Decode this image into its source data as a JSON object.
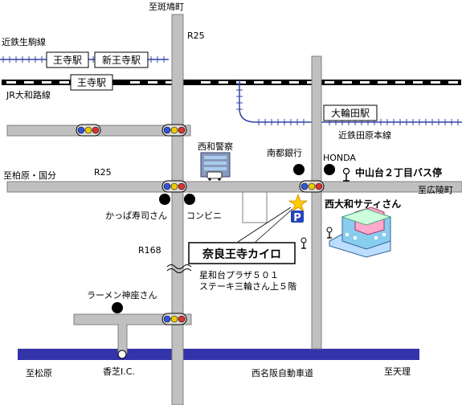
{
  "directions": {
    "north": "至斑鳩町",
    "west_r25": "至柏原・国分",
    "east": "至広陵町",
    "west_bottom": "至松原",
    "east_bottom": "至天理"
  },
  "roads": {
    "r25_top": "R25",
    "r25_mid": "R25",
    "r168": "R168",
    "expressway": "西名阪自動車道",
    "interchange": "香芝I.C."
  },
  "railways": {
    "kintetsu_ikoma": "近鉄生駒線",
    "jr_yamatoji": "JR大和路線",
    "kintetsu_tawaramoto": "近鉄田原本線"
  },
  "stations": {
    "oji_kintetsu": "王寺駅",
    "shin_oji": "新王寺駅",
    "oji_jr": "王寺駅",
    "owada": "大輪田駅"
  },
  "landmarks": {
    "police": "西和警察",
    "bank": "南都銀行",
    "honda": "HONDA",
    "bus_stop": "中山台２丁目バス停",
    "kappa": "かっぱ寿司さん",
    "convenience": "コンビニ",
    "saty": "西大和サティさん",
    "ramen": "ラーメン神座さん",
    "parking": "P"
  },
  "store": {
    "name": "奈良王寺カイロ",
    "address_line1": "星和台プラザ５０１",
    "address_line2": "ステーキ三輪さん上５階"
  },
  "colors": {
    "road": "#c0c0c0",
    "road_edge": "#808080",
    "expressway": "#3333aa",
    "signal_blue": "#3355dd",
    "signal_yellow": "#eecc00",
    "signal_red": "#dd3333",
    "star": "#ffcc00",
    "parking": "#2244bb"
  }
}
